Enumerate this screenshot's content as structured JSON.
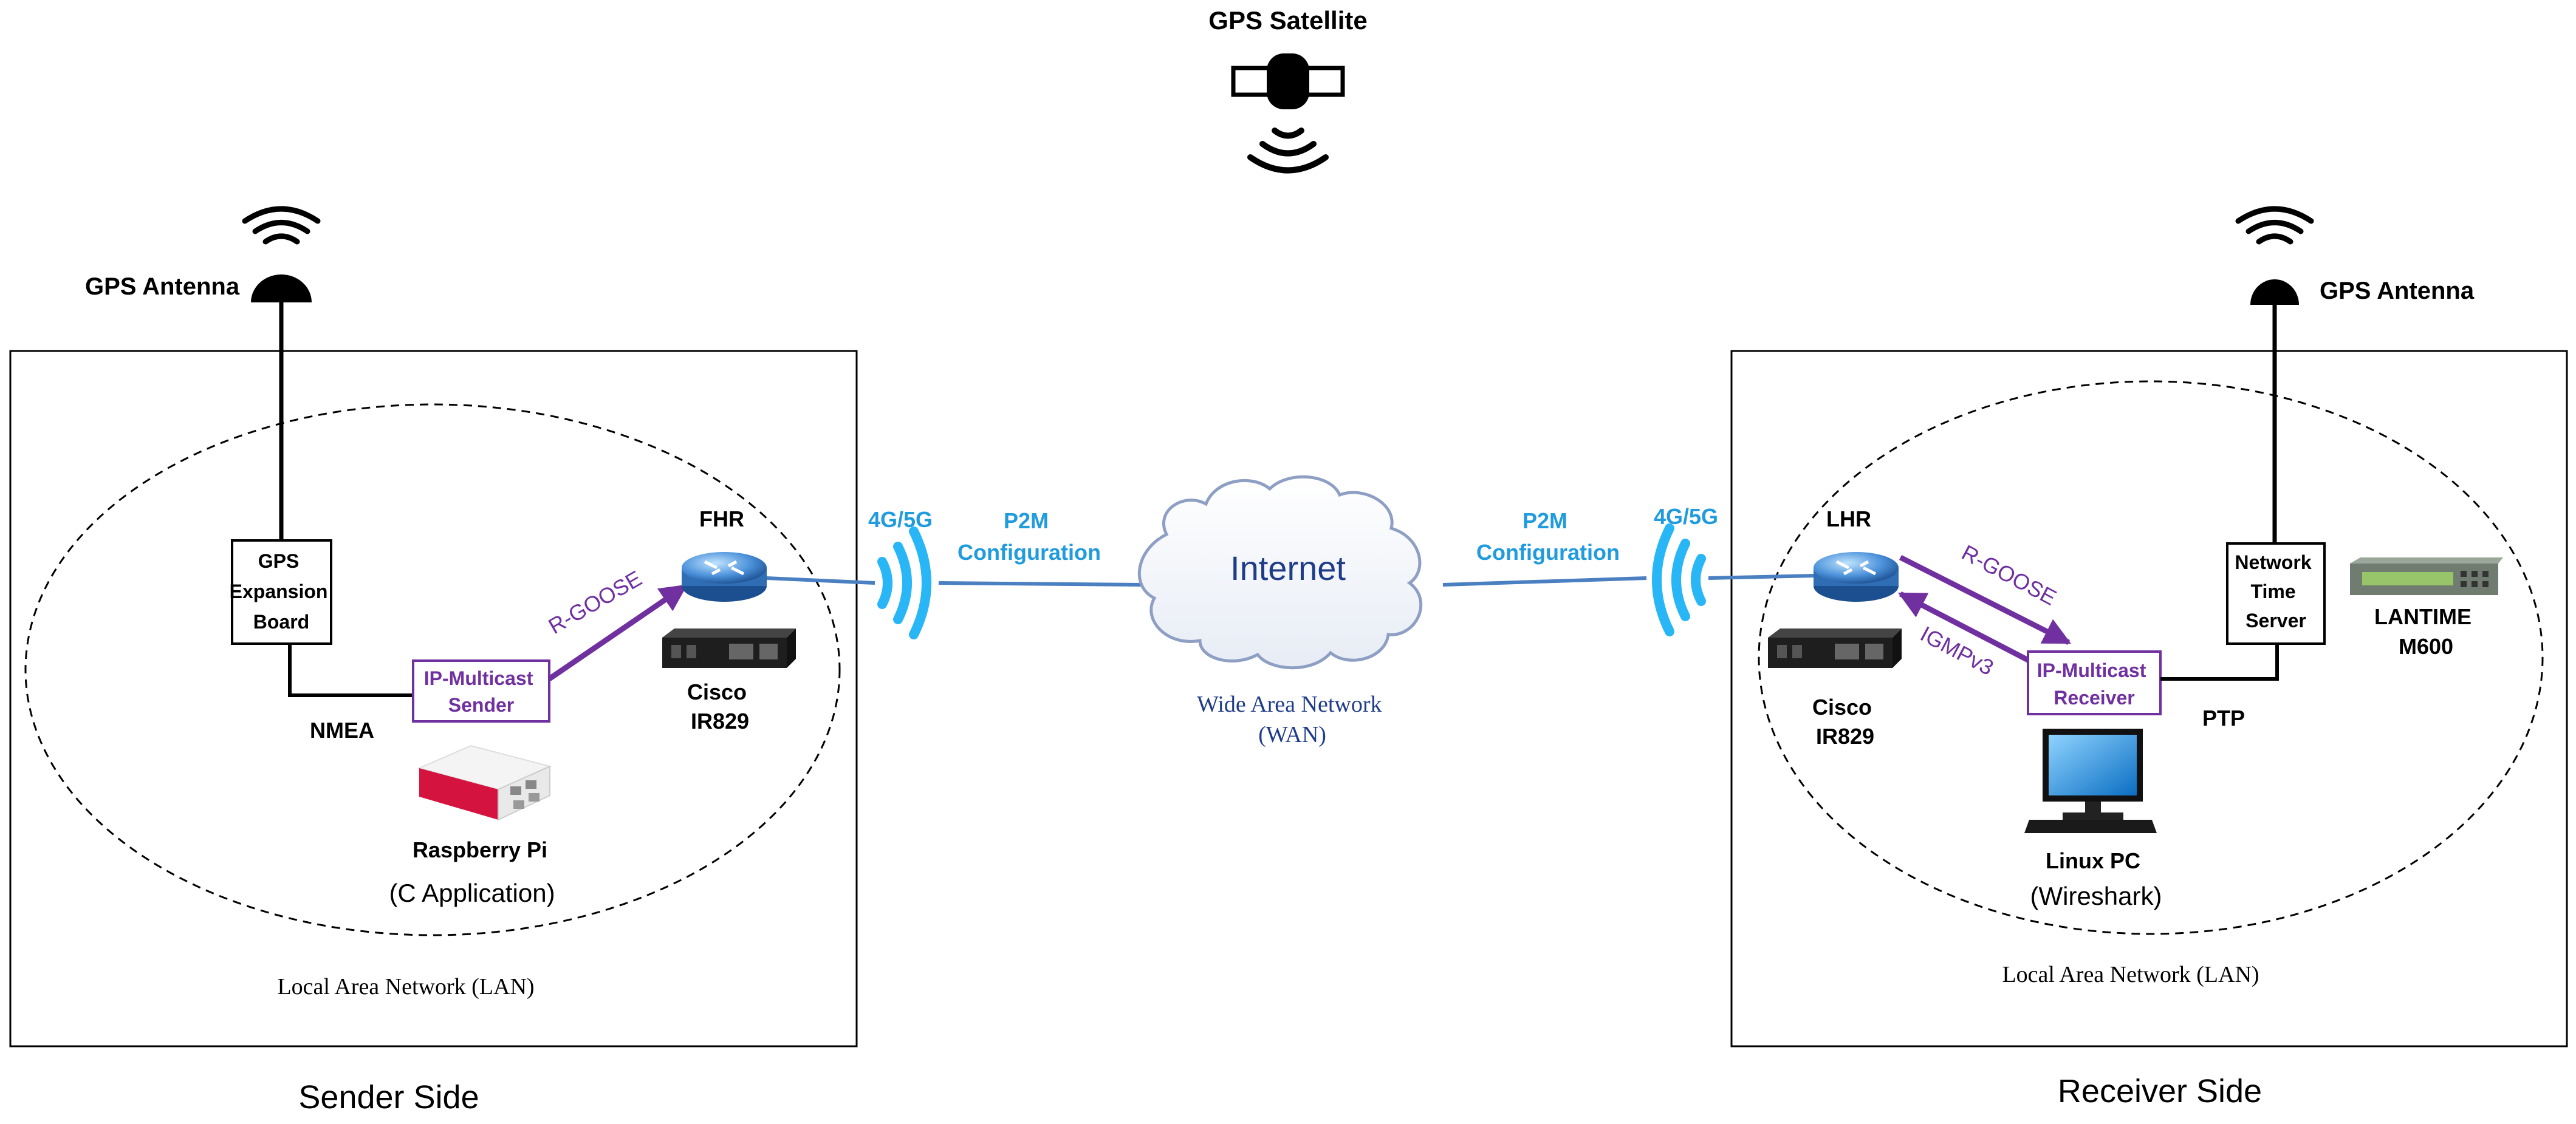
{
  "satellite": {
    "label": "GPS Satellite"
  },
  "sender": {
    "side_label": "Sender Side",
    "lan_label": "Local Area Network (LAN)",
    "antenna_label": "GPS Antenna",
    "gps_board": [
      "GPS",
      "Expansion",
      "Board"
    ],
    "nmea_label": "NMEA",
    "multicast": [
      "IP-Multicast",
      "Sender"
    ],
    "rgoose_label": "R-GOOSE",
    "router_label": "FHR",
    "cisco": [
      "Cisco",
      "IR829"
    ],
    "rpi": {
      "name": "Raspberry Pi",
      "app": "(C Application)"
    },
    "cell_label": "4G/5G",
    "p2m": [
      "P2M",
      "Configuration"
    ]
  },
  "wan": {
    "cloud_label": "Internet",
    "label": [
      "Wide Area Network",
      "(WAN)"
    ]
  },
  "receiver": {
    "side_label": "Receiver Side",
    "lan_label": "Local Area Network (LAN)",
    "antenna_label": "GPS Antenna",
    "nts": [
      "Network",
      "Time",
      "Server"
    ],
    "lantime": [
      "LANTIME",
      "M600"
    ],
    "ptp_label": "PTP",
    "multicast": [
      "IP-Multicast",
      "Receiver"
    ],
    "rgoose_label": "R-GOOSE",
    "igmp_label": "IGMPv3",
    "router_label": "LHR",
    "cisco": [
      "Cisco",
      "IR829"
    ],
    "pc": {
      "name": "Linux PC",
      "app": "(Wireshark)"
    },
    "cell_label": "4G/5G",
    "p2m": [
      "P2M",
      "Configuration"
    ]
  },
  "colors": {
    "purple": "#7030a0",
    "blue_text": "#1f9bde",
    "wave_blue": "#29b6f6",
    "link_blue": "#4a7fc1",
    "wan_text": "#1f3c88"
  }
}
